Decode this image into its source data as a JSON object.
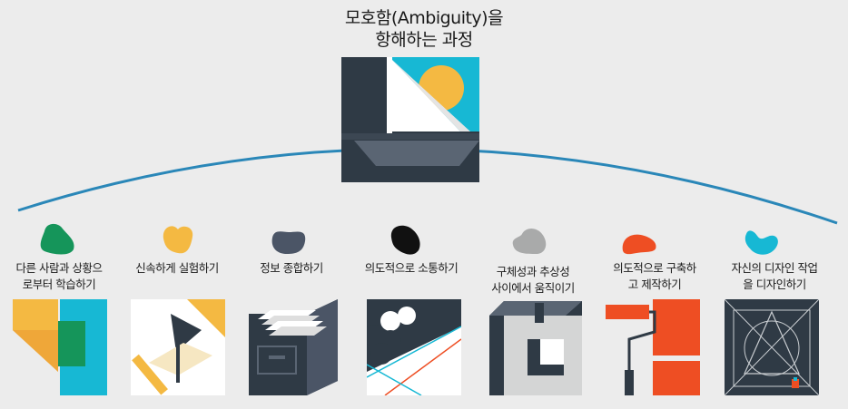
{
  "title": {
    "line1": "모호함(Ambiguity)을",
    "line2": "항해하는 과정"
  },
  "steps": [
    {
      "label1": "다른 사람과 상황으",
      "label2": "로부터 학습하기",
      "blob_color": "#15955a",
      "blob_icon": "green-blob-icon"
    },
    {
      "label1": "신속하게 실험하기",
      "label2": "",
      "blob_color": "#f4b942",
      "blob_icon": "yellow-blob-icon"
    },
    {
      "label1": "정보 종합하기",
      "label2": "",
      "blob_color": "#4b5566",
      "blob_icon": "slate-blob-icon"
    },
    {
      "label1": "의도적으로 소통하기",
      "label2": "",
      "blob_color": "#111111",
      "blob_icon": "black-blob-icon"
    },
    {
      "label1": "구체성과 추상성",
      "label2": "사이에서 움직이기",
      "blob_color": "#a9aaaa",
      "blob_icon": "gray-blob-icon"
    },
    {
      "label1": "의도적으로 구축하",
      "label2": "고 제작하기",
      "blob_color": "#ee4e23",
      "blob_icon": "orange-blob-icon"
    },
    {
      "label1": "자신의 디자인 작업",
      "label2": "을 디자인하기",
      "blob_color": "#17b8d4",
      "blob_icon": "cyan-blob-icon"
    }
  ],
  "colors": {
    "arc": "#2a87b8",
    "dark": "#2f3a45",
    "yellow": "#f4b942",
    "cyan": "#17b8d4",
    "orange": "#ee4e23",
    "green": "#15955a",
    "gray": "#b4b5b5"
  }
}
